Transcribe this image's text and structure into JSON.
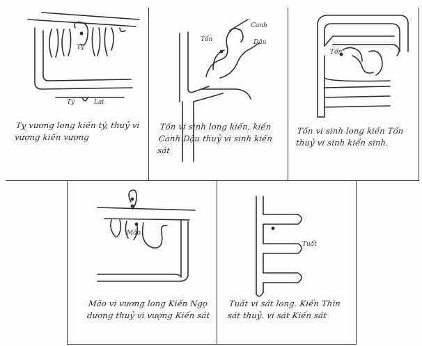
{
  "panels": [
    {
      "caption": "Tỵ vương long kiến tý, thuỷ vi vượng kiến vượng",
      "labels": {
        "center": "Tỵ",
        "bottom_left": "Tý",
        "bottom_right": "Lai"
      }
    },
    {
      "caption": "Tốn vi sinh long kiến, kiến Canh Dậu thuỷ vi sinh kiến sát",
      "labels": {
        "left": "Tốn",
        "top_right": "Canh",
        "right": "Dậu"
      }
    },
    {
      "caption": "Tốn vi sinh long kiến Tốn thuỷ vi sinh kiến sinh.",
      "labels": {
        "center": "Tốn"
      }
    },
    {
      "caption": "Mão vi vương long Kiến Ngọ dương thuỷ vi vượng Kiến sát",
      "labels": {
        "center": "Mão"
      }
    },
    {
      "caption": "Tuất vi sát long. Kiến Thìn sát thuỷ. vi sát Kiến sát",
      "labels": {
        "right": "Tuất"
      }
    }
  ],
  "colors": {
    "ink": "#2f2f2f",
    "frame": "#3a3a3a",
    "paper": "#fdfdfb"
  }
}
